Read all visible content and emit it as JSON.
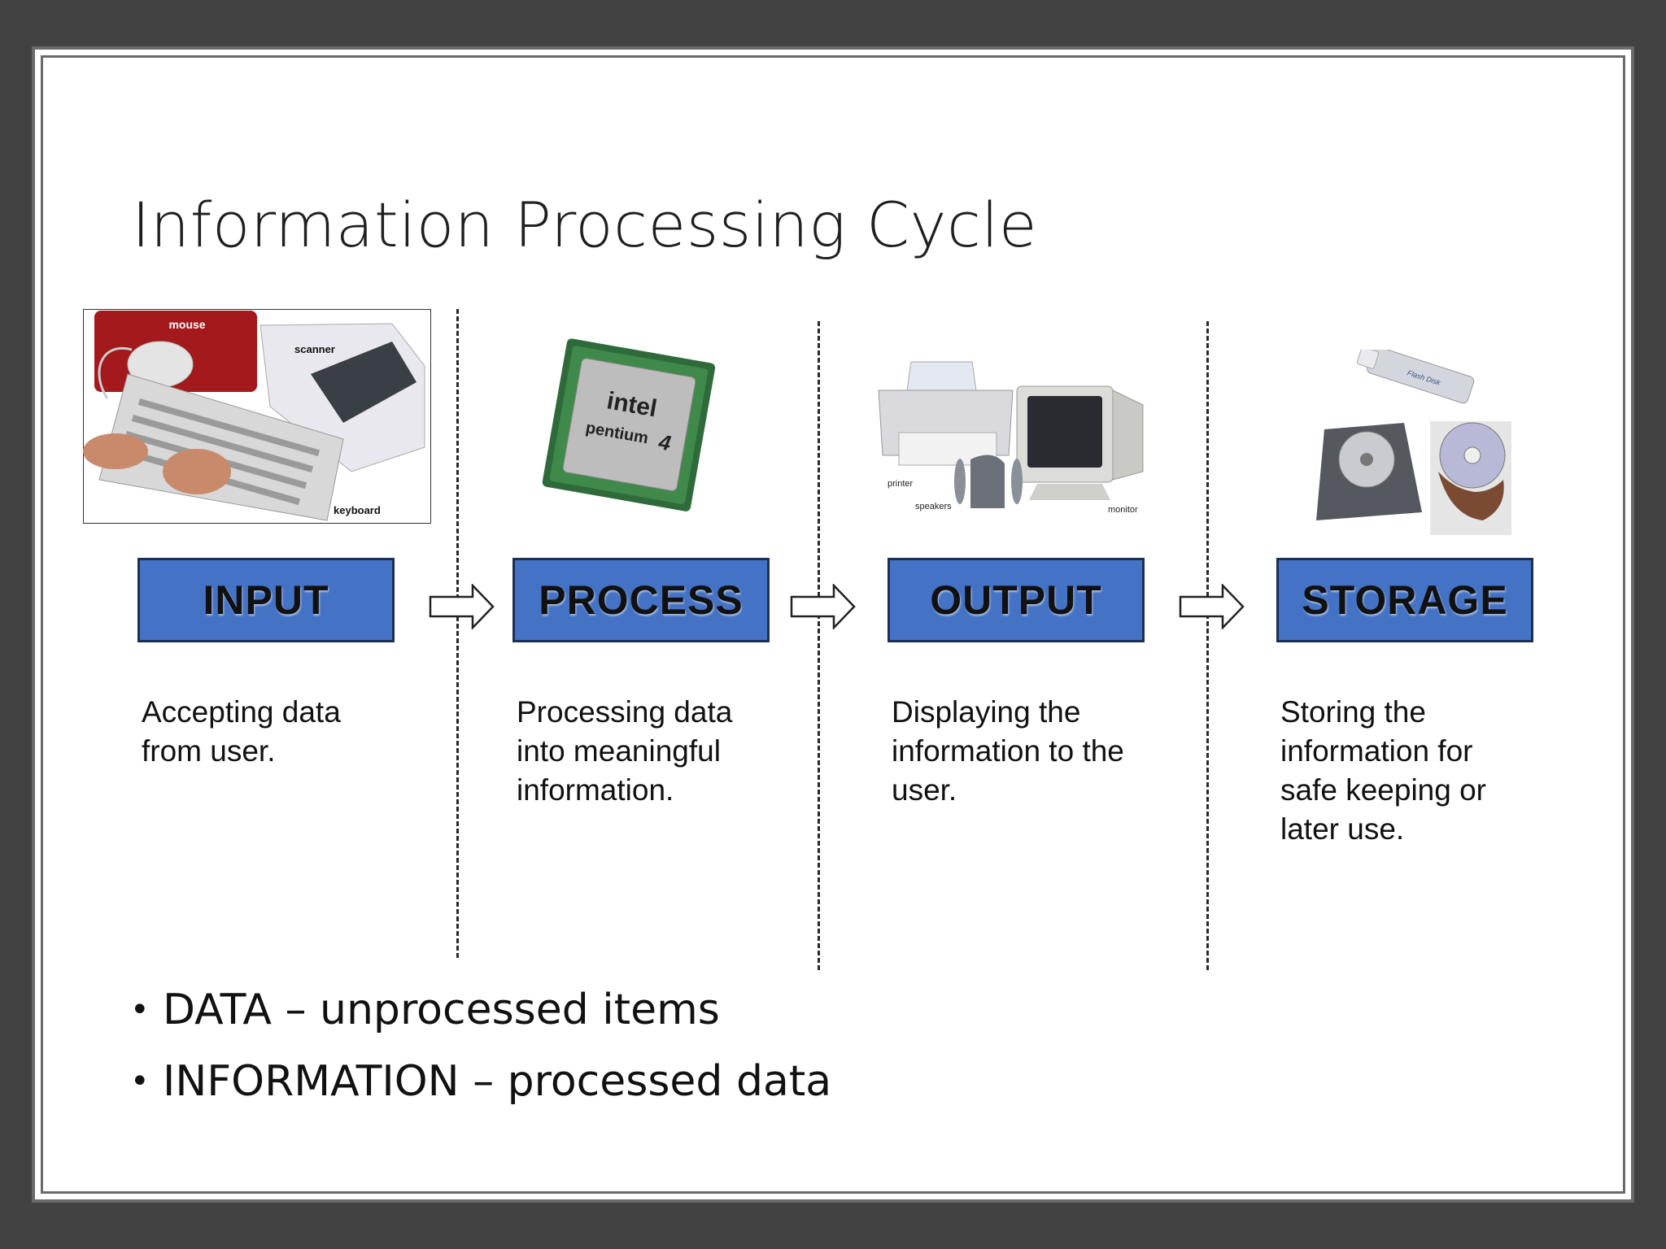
{
  "slide": {
    "title": "Information Processing Cycle"
  },
  "stages": [
    {
      "label": "INPUT",
      "description": [
        "Accepting data",
        "from user."
      ],
      "picture_labels": [
        "mouse",
        "scanner",
        "keyboard"
      ]
    },
    {
      "label": "PROCESS",
      "description": [
        "Processing data",
        "into meaningful",
        "information."
      ],
      "picture_labels": [
        "intel",
        "pentium",
        "4"
      ]
    },
    {
      "label": "OUTPUT",
      "description": [
        "Displaying the",
        "information to the",
        "user."
      ],
      "picture_labels": [
        "printer",
        "speakers",
        "monitor"
      ]
    },
    {
      "label": "STORAGE",
      "description": [
        "Storing the",
        "information for",
        "safe keeping or",
        "later use."
      ],
      "picture_labels": [
        "Flash Disk"
      ]
    }
  ],
  "bullets": [
    "DATA – unprocessed items",
    "INFORMATION – processed data"
  ],
  "colors": {
    "background": "#424242",
    "slide": "#ffffff",
    "stage_box": "#4472c4",
    "stage_border": "#1e2f55"
  }
}
